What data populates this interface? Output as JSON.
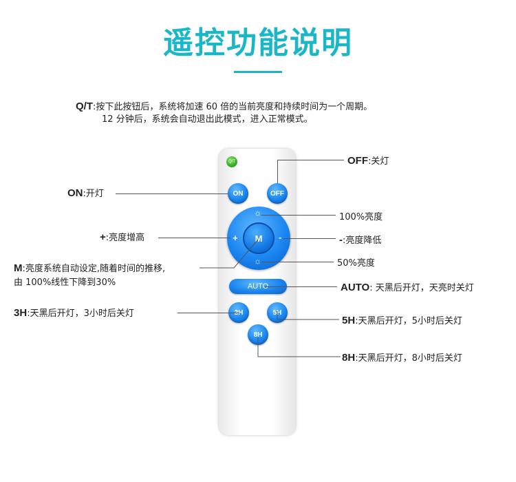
{
  "title": "遥控功能说明",
  "qt_desc": {
    "key": "Q/T",
    "line1": ":按下此按钮后，系统将加速 60 倍的当前亮度和持续时间为一个周期。",
    "line2": "12 分钟后，系统会自动退出此模式，进入正常模式。"
  },
  "remote": {
    "qt_btn": "Q/T",
    "on_btn": "ON",
    "off_btn": "OFF",
    "plus_btn": "+",
    "minus_btn": "-",
    "m_btn": "M",
    "auto_btn": "AUTO",
    "btn_3h": "3H",
    "btn_5h": "5H",
    "btn_8h": "8H",
    "sun_symbol": "☼"
  },
  "labels": {
    "off": {
      "key": "OFF",
      "text": ":关灯"
    },
    "on": {
      "key": "ON",
      "text": ":开灯"
    },
    "bright100": "100%亮度",
    "plus": {
      "key": "+",
      "text": ":亮度增高"
    },
    "minus": {
      "key": "-",
      "text": ":亮度降低"
    },
    "m": {
      "key": "M",
      "text": ":亮度系统自动设定,随着时间的推移,",
      "line2": "由 100%线性下降到30%"
    },
    "bright50": "50%亮度",
    "auto": {
      "key": "AUTO",
      "text": ": 天黑后开灯，天亮时关灯"
    },
    "h3": {
      "key": "3H",
      "text": ":天黑后开灯，3小时后关灯"
    },
    "h5": {
      "key": "5H",
      "text": ":天黑后开灯，5小时后关灯"
    },
    "h8": {
      "key": "8H",
      "text": ":天黑后开灯，8小时后关灯"
    }
  }
}
